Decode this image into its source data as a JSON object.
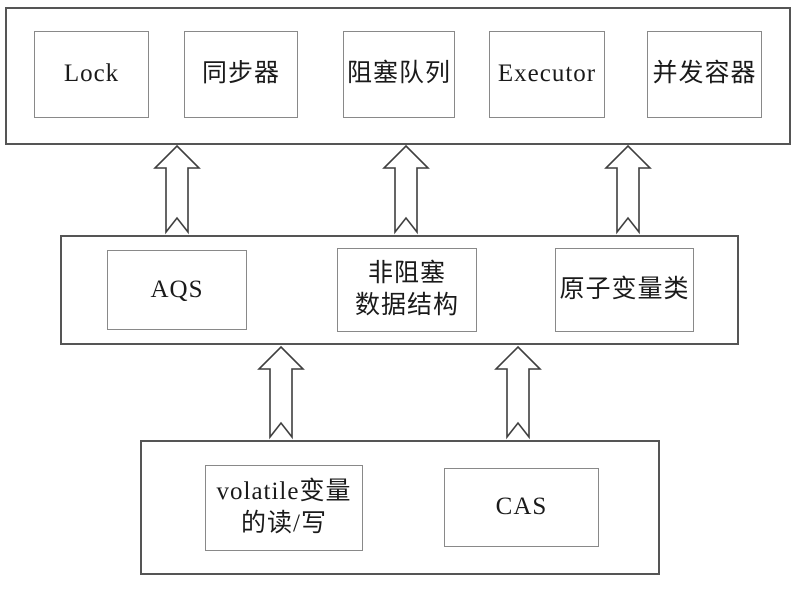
{
  "diagram": {
    "type": "layered-architecture",
    "layers": [
      {
        "id": "top",
        "boxes": [
          {
            "label": "Lock"
          },
          {
            "label": "同步器"
          },
          {
            "label": "阻塞队列"
          },
          {
            "label": "Executor"
          },
          {
            "label": "并发容器"
          }
        ]
      },
      {
        "id": "middle",
        "boxes": [
          {
            "label": "AQS"
          },
          {
            "label": "非阻塞\n数据结构"
          },
          {
            "label": "原子变量类"
          }
        ]
      },
      {
        "id": "bottom",
        "boxes": [
          {
            "label": "volatile变量\n的读/写"
          },
          {
            "label": "CAS"
          }
        ]
      }
    ],
    "arrows": [
      {
        "from": "middle",
        "to": "top",
        "count": 3
      },
      {
        "from": "bottom",
        "to": "middle",
        "count": 2
      }
    ],
    "colors": {
      "background": "#ffffff",
      "container_border": "#555555",
      "box_border": "#898989",
      "arrow_outline": "#3f3f3f",
      "text": "#1a1a1a"
    }
  }
}
